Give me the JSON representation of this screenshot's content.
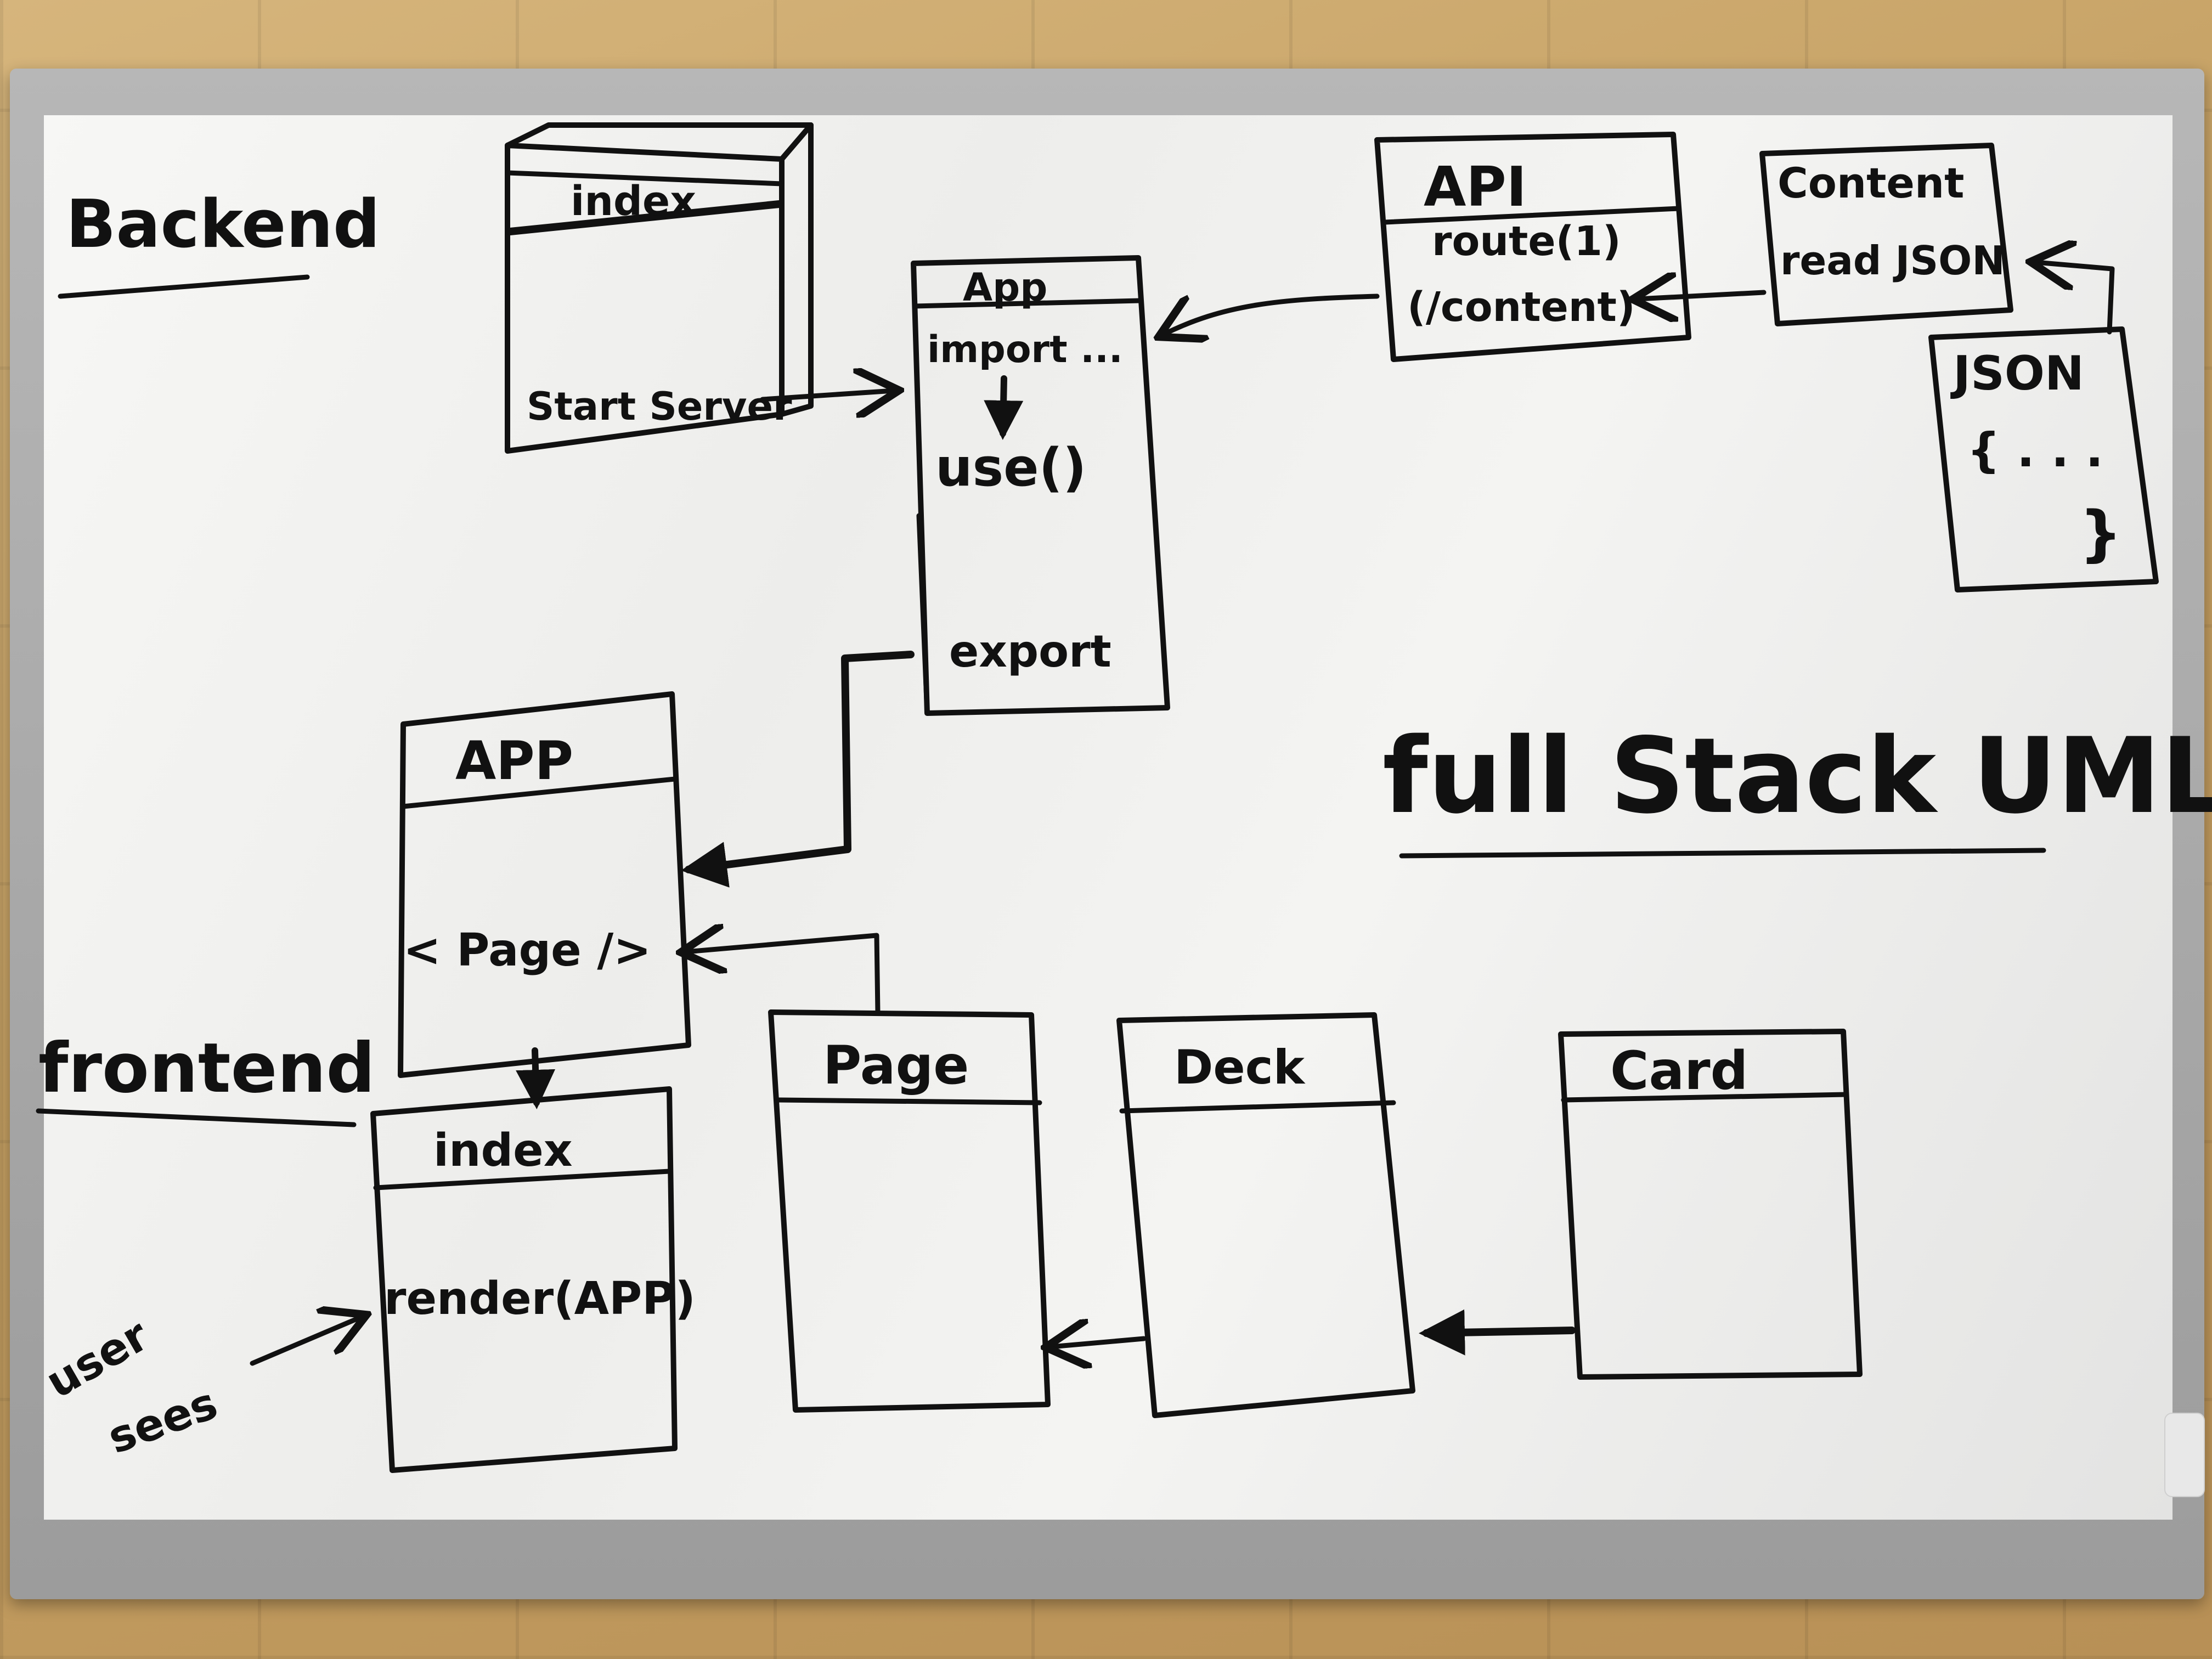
{
  "sections": {
    "backend": "Backend",
    "frontend": "frontend",
    "title": "full Stack UML"
  },
  "backend": {
    "server_index": {
      "name": "index",
      "member": "Start Server"
    },
    "server_app": {
      "name": "App",
      "members": [
        "import ...",
        "use()",
        "export"
      ]
    },
    "api": {
      "name": "API",
      "members": [
        "route(1)",
        "(/content)"
      ]
    },
    "content": {
      "name": "Content",
      "member": "read JSON"
    },
    "json": {
      "name": "JSON",
      "open": "{ . . .",
      "close": "}"
    }
  },
  "frontend": {
    "app": {
      "name": "APP",
      "member": "< Page />"
    },
    "index": {
      "name": "index",
      "member": "render(APP)"
    },
    "page": {
      "name": "Page"
    },
    "deck": {
      "name": "Deck"
    },
    "card": {
      "name": "Card"
    },
    "user_note": [
      "user",
      "sees"
    ]
  }
}
